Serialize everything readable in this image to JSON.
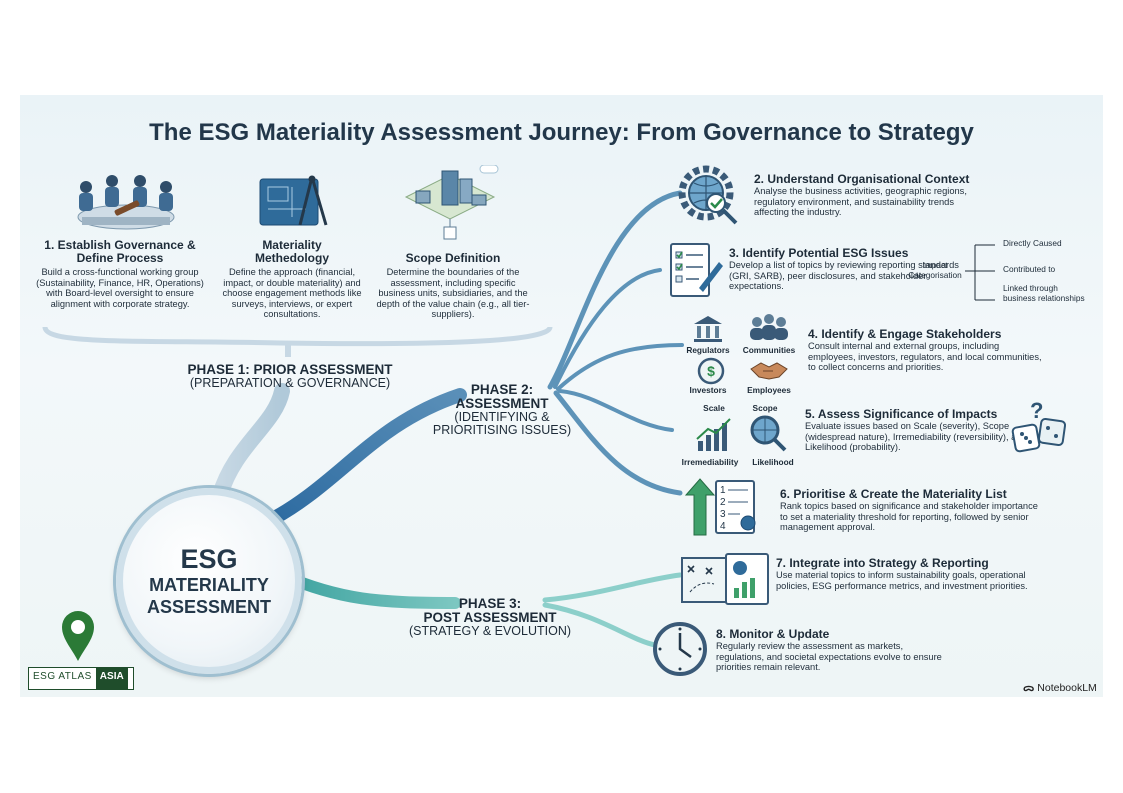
{
  "title": "The ESG Materiality Assessment Journey: From Governance to Strategy",
  "core": {
    "line1": "ESG",
    "line2": "MATERIALITY",
    "line3": "ASSESSMENT"
  },
  "phase1": {
    "title": "PHASE 1: PRIOR ASSESSMENT",
    "subtitle": "(PREPARATION & GOVERNANCE)",
    "items": [
      {
        "heading": "1. Establish Governance & Define Process",
        "text": "Build a cross-functional working group (Sustainability, Finance, HR, Operations) with Board-level oversight to ensure alignment with corporate strategy."
      },
      {
        "heading": "Materiality Methedology",
        "text": "Define the approach (financial, impact, or double materiality) and choose engagement methods like surveys, interviews, or expert consultations."
      },
      {
        "heading": "Scope Definition",
        "text": "Determine the boundaries of the assessment, including specific business units, subsidiaries, and the depth of the value chain (e.g., all tier-suppliers)."
      }
    ]
  },
  "phase2": {
    "line1": "PHASE 2:",
    "line2": "ASSESSMENT",
    "line3": "(IDENTIFYING &",
    "line4": "PRIORITISING ISSUES)",
    "steps": [
      {
        "heading": "2. Understand Organisational Context",
        "text": "Analyse the business activities, geographic regions, regulatory environment, and sustainability trends affecting the industry."
      },
      {
        "heading": "3. Identify Potential ESG Issues",
        "text": "Develop a list of topics by reviewing reporting standards (GRI, SARB), peer disclosures, and stakeholder expectations."
      },
      {
        "heading": "4. Identify & Engage Stakeholders",
        "text": "Consult internal and external groups, including employees, investors, regulators, and local communities, to collect concerns and priorities."
      },
      {
        "heading": "5. Assess Significance of Impacts",
        "text": "Evaluate issues based on Scale (severity), Scope (widespread nature), Irremediability (reversibility), and Likelihood (probability)."
      },
      {
        "heading": "6. Prioritise & Create the Materiality List",
        "text": "Rank topics based on significance and stakeholder importance to set a materiality threshold for reporting, followed by senior management approval."
      }
    ],
    "impact_categorisation": {
      "label": "Impact Categorisation",
      "options": [
        "Directly Caused",
        "Contributed to",
        "Linked through business relationships"
      ]
    },
    "stakeholders": [
      "Regulators",
      "Communities",
      "Investors",
      "Employees"
    ],
    "criteria": [
      "Scale",
      "Scope",
      "Irremediability",
      "Likelihood"
    ]
  },
  "phase3": {
    "line1": "PHASE 3:",
    "line2": "POST ASSESSMENT",
    "line3": "(STRATEGY & EVOLUTION)",
    "steps": [
      {
        "heading": "7. Integrate into Strategy & Reporting",
        "text": "Use material topics to inform sustainability goals, operational policies, ESG performance metrics, and investment priorities."
      },
      {
        "heading": "8. Monitor & Update",
        "text": "Regularly review the assessment as markets, regulations, and societal expectations evolve to ensure priorities remain relevant."
      }
    ]
  },
  "logo": {
    "left": "ESG ATLAS",
    "right": "ASIA"
  },
  "credit": "NotebookLM",
  "colors": {
    "dark_blue": "#2f6b9a",
    "mid_blue": "#5d93b8",
    "light_blue": "#a7c4d6",
    "teal": "#3fa6a3",
    "light_teal": "#8ccfca",
    "map_pin_green": "#2b7a36"
  }
}
